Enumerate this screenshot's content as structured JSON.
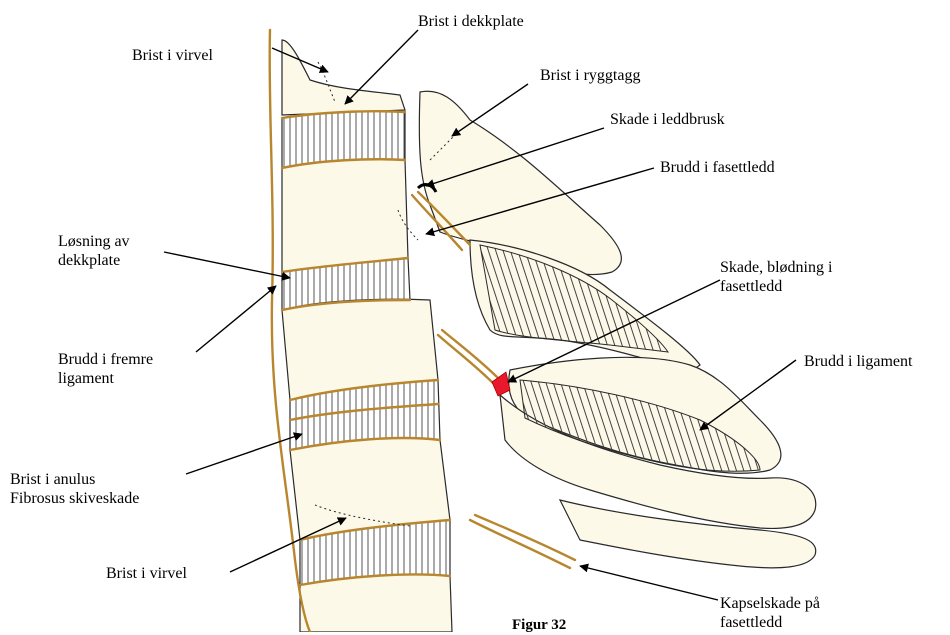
{
  "labels": {
    "brist_dekkplate": "Brist i dekkplate",
    "brist_virvel_top": "Brist i virvel",
    "brist_ryggtagg": "Brist i ryggtagg",
    "skade_leddbrusk": "Skade i leddbrusk",
    "brudd_fasettledd": "Brudd i fasettledd",
    "losning_1": "Løsning av",
    "losning_2": "dekkplate",
    "skade_blodning_1": "Skade, blødning i",
    "skade_blodning_2": "fasettledd",
    "brudd_ligament": "Brudd i ligament",
    "brudd_fremre_1": "Brudd i fremre",
    "brudd_fremre_2": "ligament",
    "brist_anulus_1": "Brist i anulus",
    "brist_anulus_2": "Fibrosus skiveskade",
    "brist_virvel_bottom": "Brist i virvel",
    "kapselskade_1": "Kapselskade på",
    "kapselskade_2": "fasettledd",
    "figure_caption": "Figur 32"
  },
  "colors": {
    "bone_fill": "#fdf9e9",
    "bone_shade": "#f3ebcc",
    "outline": "#2a2a2a",
    "ligament": "#b8862e",
    "hemorrhage": "#e8192c",
    "arrow": "#000000"
  }
}
